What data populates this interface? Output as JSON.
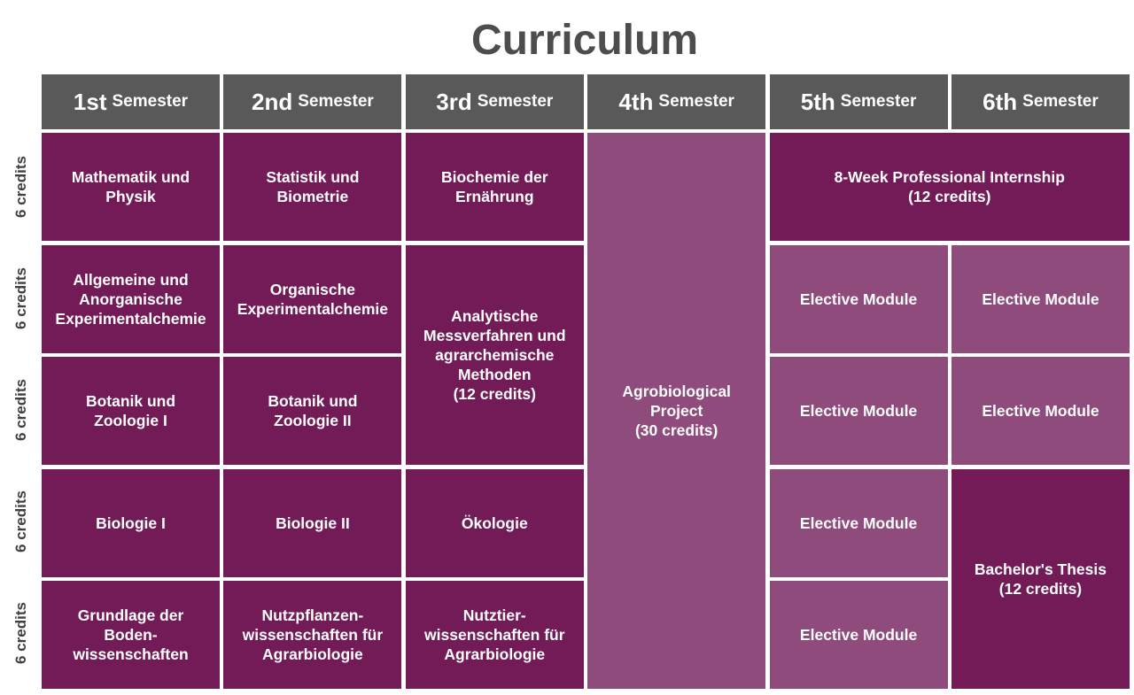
{
  "title": "Curriculum",
  "semesters": [
    {
      "num": "1st",
      "word": "Semester"
    },
    {
      "num": "2nd",
      "word": "Semester"
    },
    {
      "num": "3rd",
      "word": "Semester"
    },
    {
      "num": "4th",
      "word": "Semester"
    },
    {
      "num": "5th",
      "word": "Semester"
    },
    {
      "num": "6th",
      "word": "Semester"
    }
  ],
  "row_labels": [
    "6 credits",
    "6 credits",
    "6 credits",
    "6 credits",
    "6 credits"
  ],
  "modules": {
    "mathematik": "Mathematik und\nPhysik",
    "statistik": "Statistik und\nBiometrie",
    "biochemie": "Biochemie der\nErnährung",
    "internship": "8-Week Professional Internship\n(12 credits)",
    "anorganische": "Allgemeine und\nAnorganische\nExperimentalchemie",
    "organische": "Organische\nExperimentalchemie",
    "analytische": "Analytische\nMessverfahren und\nagrarchemische\nMethoden\n(12 credits)",
    "project": "Agrobiological\nProject\n(30 credits)",
    "elective_5_1": "Elective Module",
    "elective_6_1": "Elective Module",
    "botanik1": "Botanik und\nZoologie I",
    "botanik2": "Botanik und\nZoologie  II",
    "elective_5_2": "Elective Module",
    "elective_6_2": "Elective Module",
    "biologie1": "Biologie I",
    "biologie2": "Biologie II",
    "oekologie": "Ökologie",
    "elective_5_3": "Elective Module",
    "thesis": "Bachelor's Thesis\n(12 credits)",
    "boden": "Grundlage der\nBoden-\nwissenschaften",
    "nutzpflanzen": "Nutzpflanzen-\nwissenschaften für\nAgrarbiologie",
    "nutztier": "Nutztier-\nwissenschaften für\nAgrarbiologie",
    "elective_5_4": "Elective Module"
  },
  "colors": {
    "header": "#595959",
    "core_module": "#731b57",
    "elective_and_project": "#8e4b7b",
    "title": "#4d4d4d"
  }
}
